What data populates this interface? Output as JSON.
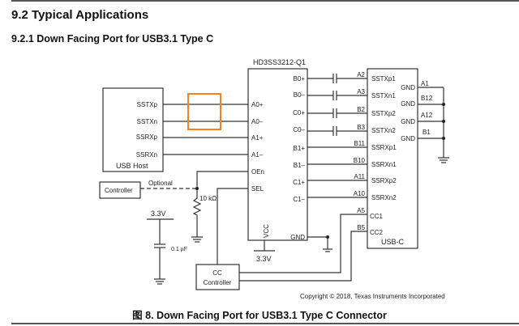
{
  "headings": {
    "section": "9.2   Typical Applications",
    "subsection": "9.2.1   Down Facing Port for USB3.1 Type C"
  },
  "figure": {
    "copyright": "Copyright © 2018, Texas Instruments Incorporated",
    "caption": "图 8.  Down Facing Port for USB3.1 Type C Connector",
    "highlight_color": "#f5821f",
    "usb_host": {
      "label": "USB Host",
      "pins": [
        "SSTXp",
        "SSTXn",
        "SSRXp",
        "SSRXn"
      ]
    },
    "mux": {
      "part_number": "HD3SS3212-Q1",
      "left_pins": [
        "A0+",
        "A0–",
        "A1+",
        "A1–",
        "OEn",
        "SEL"
      ],
      "right_pins": [
        "B0+",
        "B0–",
        "C0+",
        "C0–",
        "B1+",
        "B1–",
        "C1+",
        "C1–"
      ],
      "vcc_label": "VCC",
      "gnd_label": "GND",
      "supply": "3.3V"
    },
    "usb_c": {
      "label": "USB-C",
      "left_pins": [
        "SSTXp1",
        "SSTXn1",
        "SSTXp2",
        "SSTXn2",
        "SSRXp1",
        "SSRXn1",
        "SSRXp2",
        "SSRXn2",
        "CC1",
        "CC2"
      ],
      "net_labels": [
        "A2",
        "A3",
        "B2",
        "B3",
        "B11",
        "B10",
        "A11",
        "A10",
        "A5",
        "B5"
      ],
      "gnd_pins": [
        "GND",
        "GND",
        "GND",
        "GND"
      ],
      "gnd_nets": [
        "A1",
        "B12",
        "A12",
        "B1"
      ]
    },
    "controller": {
      "label": "Controller",
      "link_label": "Optional"
    },
    "resistor": {
      "value": "10 kΩ"
    },
    "decoupling": {
      "supply": "3.3V",
      "value": "0.1 µF"
    },
    "cc_controller": {
      "line1": "CC",
      "line2": "Controller"
    }
  }
}
